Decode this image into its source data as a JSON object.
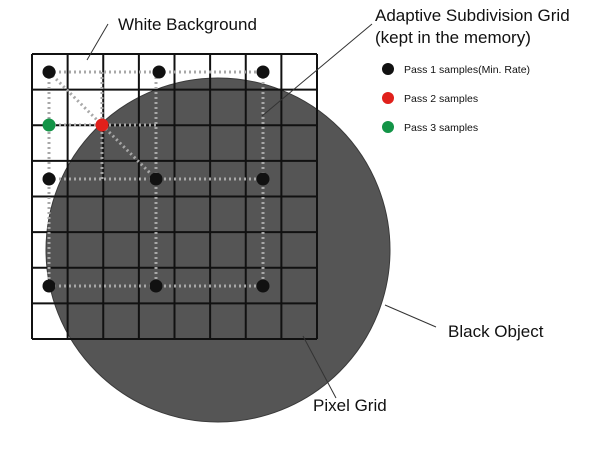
{
  "labels": {
    "white_background": "White Background",
    "adaptive_grid_line1": "Adaptive Subdivision Grid",
    "adaptive_grid_line2": "(kept in the memory)",
    "black_object": "Black Object",
    "pixel_grid": "Pixel Grid"
  },
  "legend": [
    {
      "label": "Pass 1 samples(Min. Rate)",
      "color": "#111111"
    },
    {
      "label": "Pass 2 samples",
      "color": "#e0201b"
    },
    {
      "label": "Pass 3 samples",
      "color": "#139447"
    }
  ],
  "grid": {
    "rows": 8,
    "cols": 8
  },
  "colors": {
    "background": "#ffffff",
    "object": "#555555",
    "object_outline": "#3a3a3a",
    "grid_line": "#111111",
    "adaptive_line": "#a8a8a8"
  }
}
